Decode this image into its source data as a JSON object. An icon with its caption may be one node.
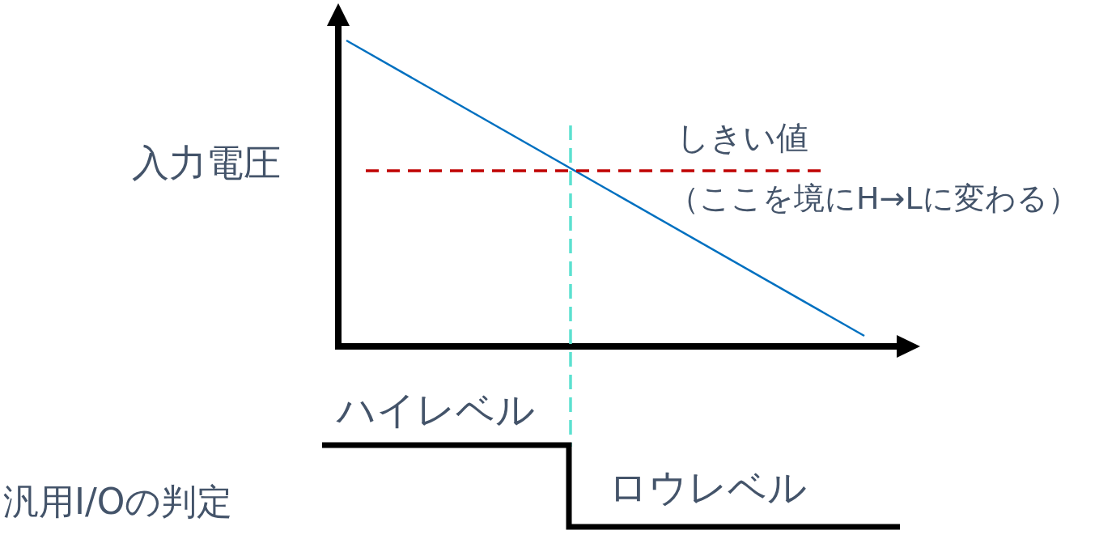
{
  "diagram": {
    "labels": [
      "入力電圧",
      "しきい値",
      "（ここを境にH→Lに変わる）",
      "ハイレベル",
      "ロウレベル",
      "汎用I/Oの判定"
    ]
  }
}
